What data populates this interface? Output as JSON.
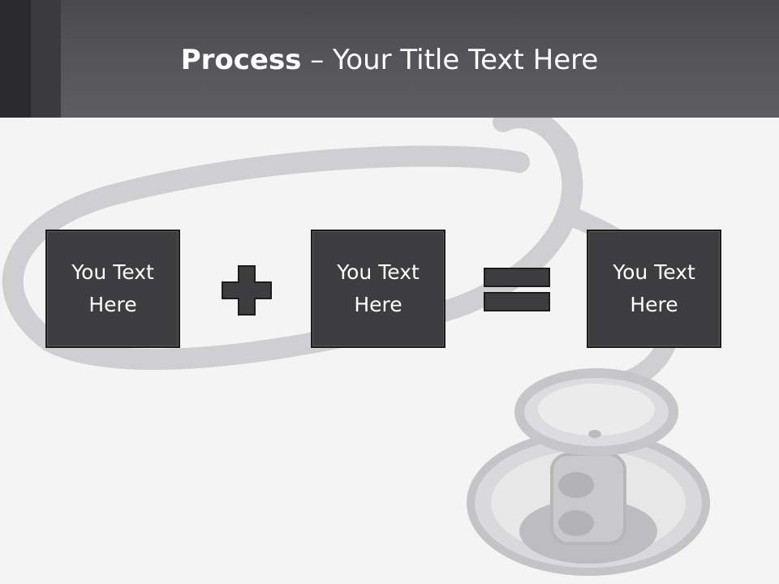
{
  "slide": {
    "title_bold": "Process",
    "title_rest": " – Your Title Text Here"
  },
  "boxes": [
    {
      "text": "You Text Here"
    },
    {
      "text": "You Text Here"
    },
    {
      "text": "You Text Here"
    }
  ],
  "operators": [
    "plus-icon",
    "equals-icon"
  ],
  "colors": {
    "header": "#55555a",
    "box_fill": "#3d3d3f",
    "box_border": "#1c1c1d",
    "background": "#f4f4f4"
  }
}
